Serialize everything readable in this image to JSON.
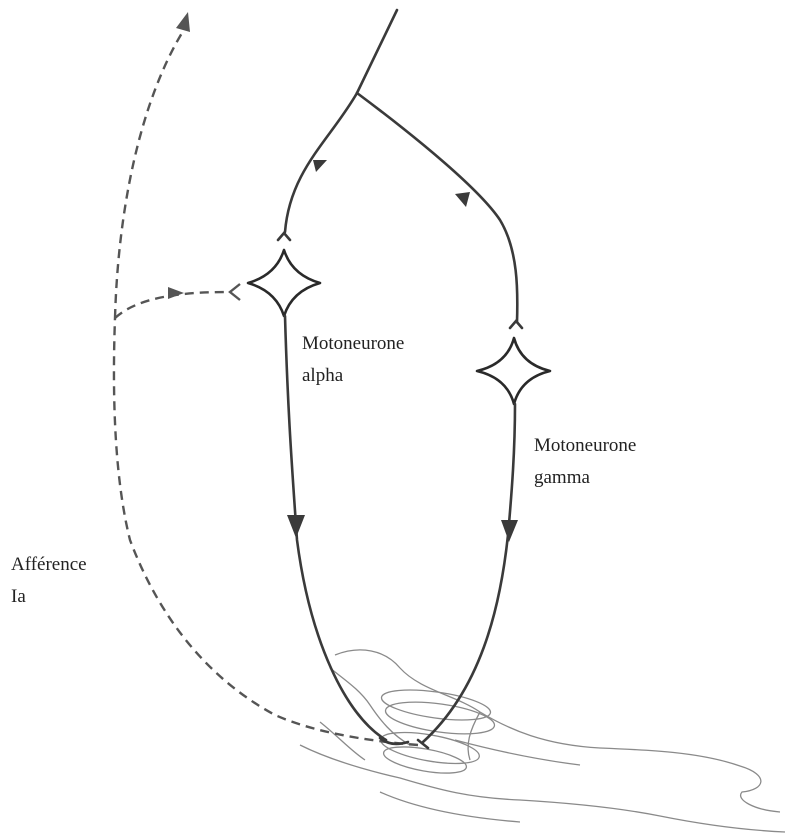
{
  "labels": {
    "alpha_line1": "Motoneurone",
    "alpha_line2": "alpha",
    "gamma_line1": "Motoneurone",
    "gamma_line2": "gamma",
    "afferent_line1": "Afférence",
    "afferent_line2": "Ia"
  }
}
